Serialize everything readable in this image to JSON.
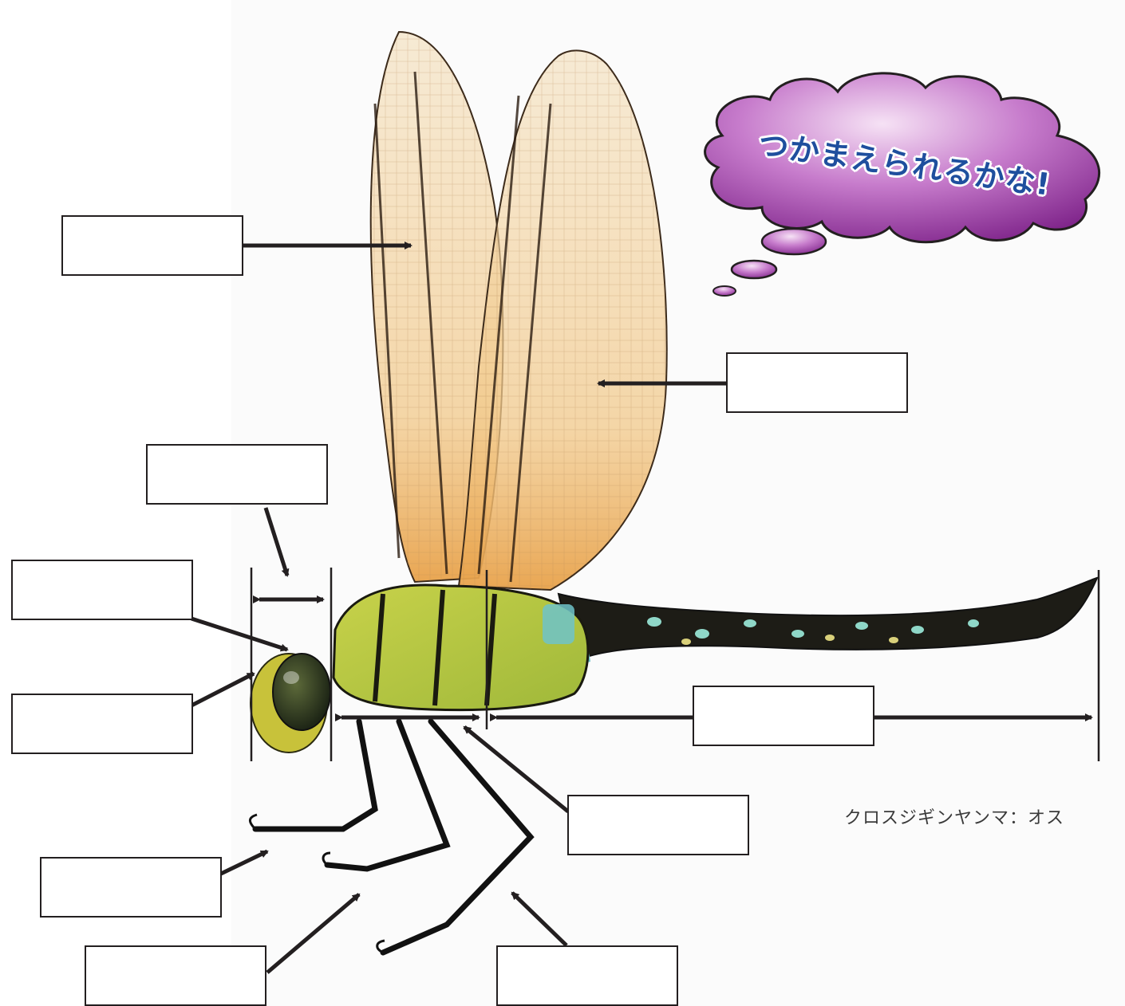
{
  "species_caption": "クロスジギンヤンマ：オス",
  "thought_bubble": {
    "text": "つかまえられるかな!"
  },
  "colors": {
    "line": "#231f20",
    "bubble_gradient": [
      "#f3d8f2",
      "#c070c4",
      "#7a1e86"
    ],
    "bubble_text": "#1f4f9e",
    "wing": "#f4d9a8",
    "thorax": "#b9c83a",
    "abdomen": "#1a1a14",
    "abdomen_spots": "#8fd7c8"
  },
  "label_boxes": [
    {
      "id": "forewing",
      "text": ""
    },
    {
      "id": "hindwing",
      "text": ""
    },
    {
      "id": "thorax",
      "text": ""
    },
    {
      "id": "compound-eye",
      "text": ""
    },
    {
      "id": "head",
      "text": ""
    },
    {
      "id": "abdomen",
      "text": ""
    },
    {
      "id": "chest-span",
      "text": ""
    },
    {
      "id": "front-leg",
      "text": ""
    },
    {
      "id": "middle-leg",
      "text": ""
    },
    {
      "id": "hind-leg",
      "text": ""
    }
  ]
}
